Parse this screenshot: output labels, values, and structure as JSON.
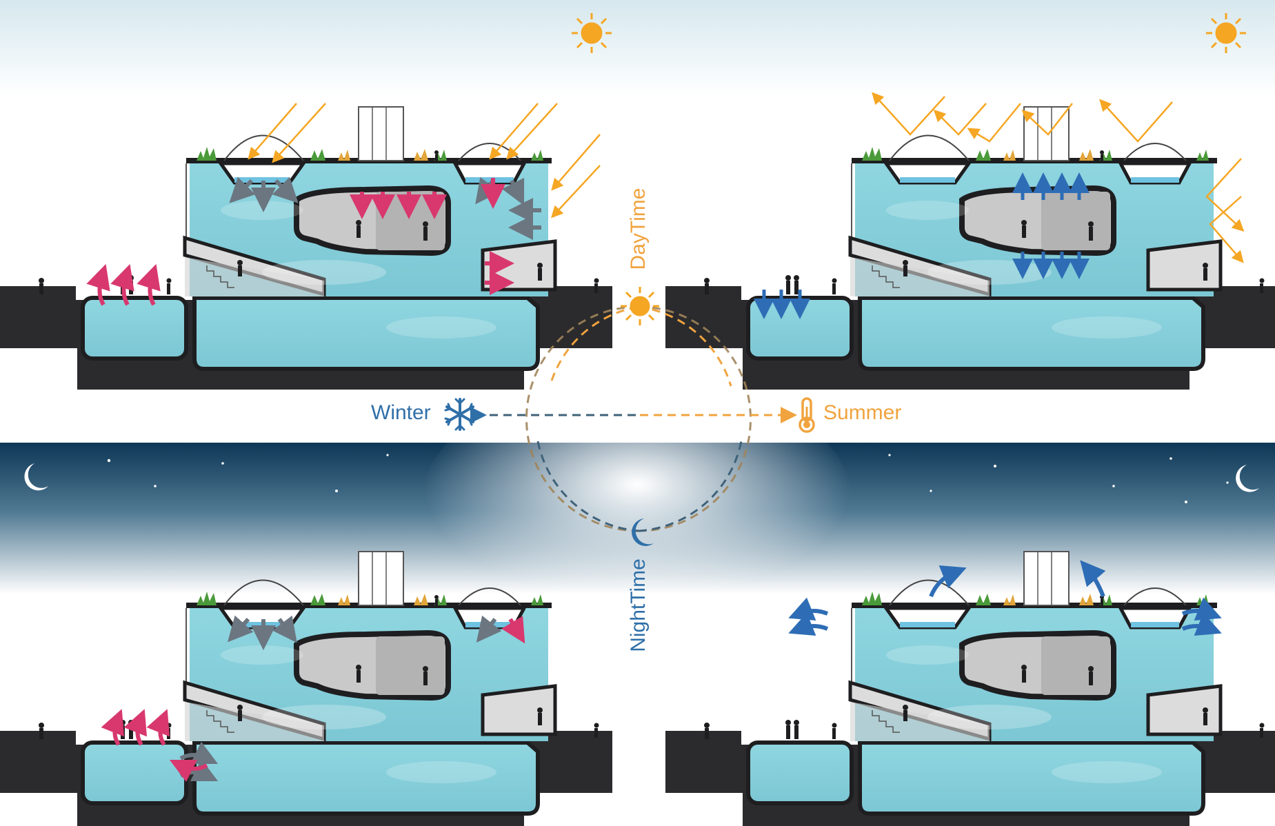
{
  "labels": {
    "winter": "Winter",
    "summer": "Summer",
    "daytime": "DayTime",
    "nighttime": "NightTime"
  },
  "panels": [
    {
      "season": "winter",
      "time": "day",
      "arrows": "pink warming up, grey cooling down from skylights"
    },
    {
      "season": "summer",
      "time": "day",
      "arrows": "blue cooling, orange reflected sun rays"
    },
    {
      "season": "winter",
      "time": "night",
      "arrows": "grey and pink exchange"
    },
    {
      "season": "summer",
      "time": "night",
      "arrows": "blue ventilation out of openings"
    }
  ],
  "icons": [
    "sun-icon",
    "moon-icon",
    "snowflake-icon",
    "thermometer-icon"
  ],
  "colors": {
    "water": "#8fd3dd",
    "ground": "#2b2b2d",
    "sun": "#f5a623",
    "winter_blue": "#2f6fa8",
    "summer_orange": "#f0a33e",
    "warm_arrow": "#d8386e",
    "cool_arrow": "#2e6db5",
    "grey_arrow": "#6b7680",
    "night_sky": "#0f3a58"
  }
}
